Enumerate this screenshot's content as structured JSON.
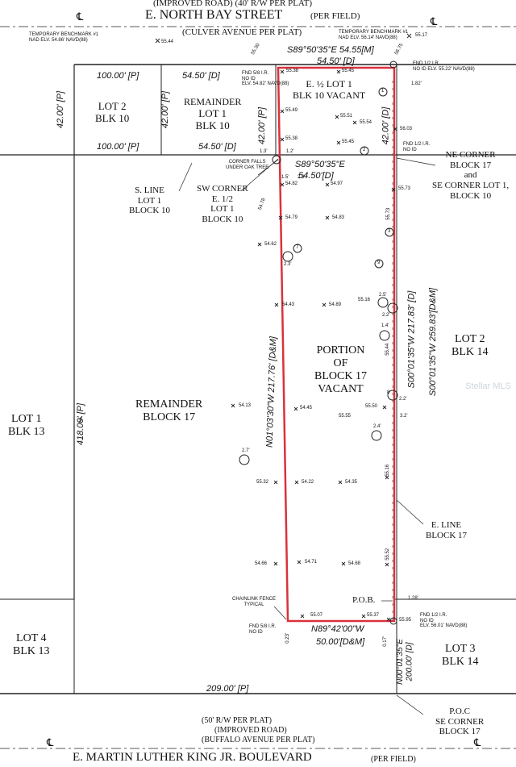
{
  "streets": {
    "north_header_line": "(IMPROVED ROAD)   (40' R/W PER PLAT)",
    "north_name": "E. NORTH BAY STREET",
    "north_field": "(PER FIELD)",
    "north_plat": "(CULVER AVENUE PER PLAT)",
    "south_rw": "(50' R/W PER PLAT)",
    "south_improved": "(IMPROVED ROAD)",
    "south_plat": "(BUFFALO AVENUE PER PLAT)",
    "south_name": "E. MARTIN LUTHER KING JR. BOULEVARD",
    "south_field": "(PER FIELD)",
    "centerline_symbol": "℄"
  },
  "lots": {
    "lot2_blk10": [
      "LOT 2",
      "BLK 10"
    ],
    "remainder_lot1": [
      "REMAINDER",
      "LOT 1",
      "BLK 10"
    ],
    "e_half_lot1": [
      "E. ½ LOT 1",
      "BLK 10 VACANT"
    ],
    "remainder_blk17": [
      "REMAINDER",
      "BLOCK 17"
    ],
    "portion_blk17": [
      "PORTION",
      "OF",
      "BLOCK 17",
      "VACANT"
    ],
    "lot1_blk13": [
      "LOT 1",
      "BLK 13"
    ],
    "lot2_blk14": [
      "LOT 2",
      "BLK 14"
    ],
    "lot4_blk13": [
      "LOT 4",
      "BLK 13"
    ],
    "lot3_blk14": [
      "LOT 3",
      "BLK 14"
    ]
  },
  "callouts": {
    "s_line": [
      "S. LINE",
      "LOT 1",
      "BLOCK 10"
    ],
    "sw_corner": [
      "SW CORNER",
      "E. 1/2",
      "LOT 1",
      "BLOCK 10"
    ],
    "ne_corner": [
      "NE CORNER",
      "BLOCK 17",
      "and",
      "SE CORNER LOT 1,",
      "BLOCK 10"
    ],
    "e_line": [
      "E. LINE",
      "BLOCK 17"
    ],
    "pob": "P.O.B.",
    "poc": [
      "P.O.C",
      "SE CORNER",
      "BLOCK 17"
    ],
    "corner_falls": [
      "CORNER FALLS",
      "UNDER OAK TREE"
    ],
    "chainlink": [
      "CHAINLINK FENCE",
      "TYPICAL"
    ]
  },
  "dimensions": {
    "d100_p_top": "100.00' [P]",
    "d100_p_mid": "100.00' [P]",
    "d5450_d_top": "54.50' [D]",
    "d5450_d_mid": "54.50' [D]",
    "d5450_d_north": "54.50' [D]",
    "d4200_p_left": "42.00' [P]",
    "d4200_p_mid": "42.00' [P]",
    "d4200_p_lot1": "42.00' [P]",
    "d4200_d_right": "42.00' [D]",
    "north_bearing": "S89°50'35\"E  54.55[M]",
    "south_lot1_bearing": "S89°50'35\"E",
    "south_lot1_dist": "54.50'[D]",
    "west_bearing": "N01°03'30\"W  217.76' [D&M]",
    "east_bearing_1": "S00°01'35\"W  217.83' [D]",
    "east_bearing_2": "S00°01'35\"W  259.83'[D&M]",
    "south_bearing": "N89°42'00\"W",
    "south_dist": "50.00'[D&M]",
    "poc_bearing": "N00°01'35\"E",
    "poc_dist": "200.00' [D]",
    "d418": "418.00' [P]",
    "d209": "209.00' [P]",
    "d182": "1.82'",
    "d128": "1.28'",
    "d13": "1.3'",
    "d12": "1.2'",
    "d15": "1.5'",
    "d23a": "2.3'",
    "d023": "0.23'",
    "d017": "0.17'"
  },
  "benchmarks": {
    "nw": [
      "TEMPORARY BENCHMARK #1",
      "NAD ELV. 54.86' NAVD(88)"
    ],
    "ne": [
      "TEMPORARY BENCHMARK #1",
      "NAD ELV. 56.14' NAVD(88)"
    ],
    "fnd_58_top": [
      "FND 5/8 I.R.",
      "NO ID",
      "ELV. 54.82' NAVD(88)"
    ],
    "fnd_12_top": [
      "FND 1/2 I.R.",
      "NO ID ELV. 55.22' NAVD(88)"
    ],
    "fnd_12_mid": [
      "FND 1/2 I.R.",
      "NO ID"
    ],
    "fnd_58_bot": [
      "FND 5/8 I.R.",
      "NO ID"
    ],
    "fnd_12_bot": [
      "FND 1/2 I.R.",
      "NO ID",
      "ELV. 56.01' NAVD(88)"
    ]
  },
  "elevations": {
    "e5544": "55.44",
    "e5517": "55.17",
    "e5530": "55.30",
    "e5675": "56.75",
    "e5538a": "55.38",
    "e5545a": "55.45",
    "e5549": "55.49",
    "e5551": "55.51",
    "e5554": "55.54",
    "e5603": "56.03",
    "e5538b": "55.38",
    "e5545b": "55.45",
    "e5482": "54.82",
    "e5497": "54.97",
    "e5573a": "55.73",
    "e5478": "54.78",
    "e5479": "54.79",
    "e5483": "54.83",
    "e5573b": "55.73",
    "e5462": "54.62",
    "e5443": "54.43",
    "e5489": "54.89",
    "e5516": "55.16",
    "e5544b": "55.44",
    "e5413": "54.13",
    "e5445": "54.45",
    "e5550": "55.50",
    "e5555": "55.55",
    "e5532": "55.32",
    "e5422": "54.22",
    "e5435": "54.35",
    "e5516b": "55.16",
    "e5466": "54.66",
    "e5471": "54.71",
    "e5468": "54.68",
    "e5552": "55.52",
    "e5507": "55.07",
    "e5537": "55.37",
    "e5595": "55.95"
  },
  "trees": {
    "t1": "2.5'",
    "t2": "2.2'",
    "t3": "1.4'",
    "t4": "2.2'",
    "t5": "2.4'",
    "t6": "3.2'",
    "t7": "2.7'",
    "t8": "2.3'"
  },
  "tree_tags": [
    "1",
    "2",
    "3",
    "7",
    "8",
    "9"
  ],
  "watermark": "Stellar MLS",
  "colors": {
    "boundary": "#d9323c",
    "line": "#222222"
  }
}
